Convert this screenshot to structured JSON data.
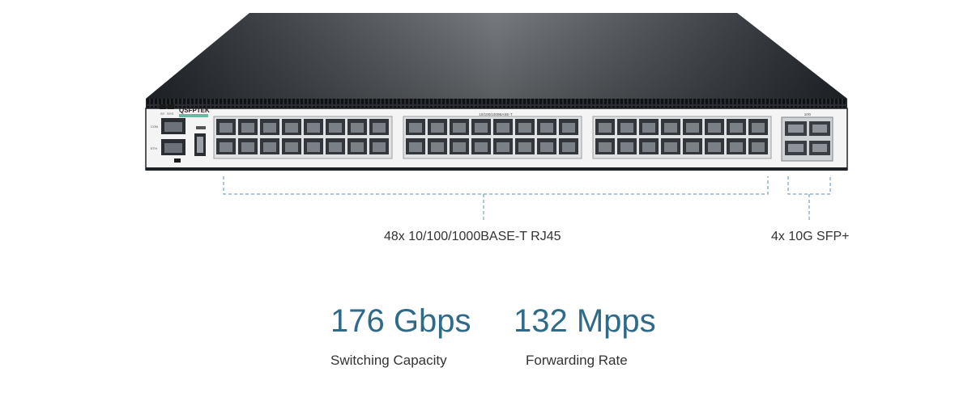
{
  "device": {
    "brand": "QSFPTEK",
    "port_legend": "10/100/1000BASE-T",
    "sfp_legend": "10G",
    "console_label": "CON",
    "mgmt_label": "ETH",
    "led_labels": [
      "SY",
      "SYS"
    ]
  },
  "callouts": {
    "rj45": "48x 10/100/1000BASE-T RJ45",
    "sfp": "4x 10G SFP+"
  },
  "stats": [
    {
      "value": "176 Gbps",
      "label": "Switching Capacity"
    },
    {
      "value": "132 Mpps",
      "label": "Forwarding Rate"
    }
  ],
  "colors": {
    "accent": "#2f6a88",
    "bracket": "#5b8fb0",
    "chassis_top": "#3a4046",
    "panel": "#f2f2f2"
  }
}
